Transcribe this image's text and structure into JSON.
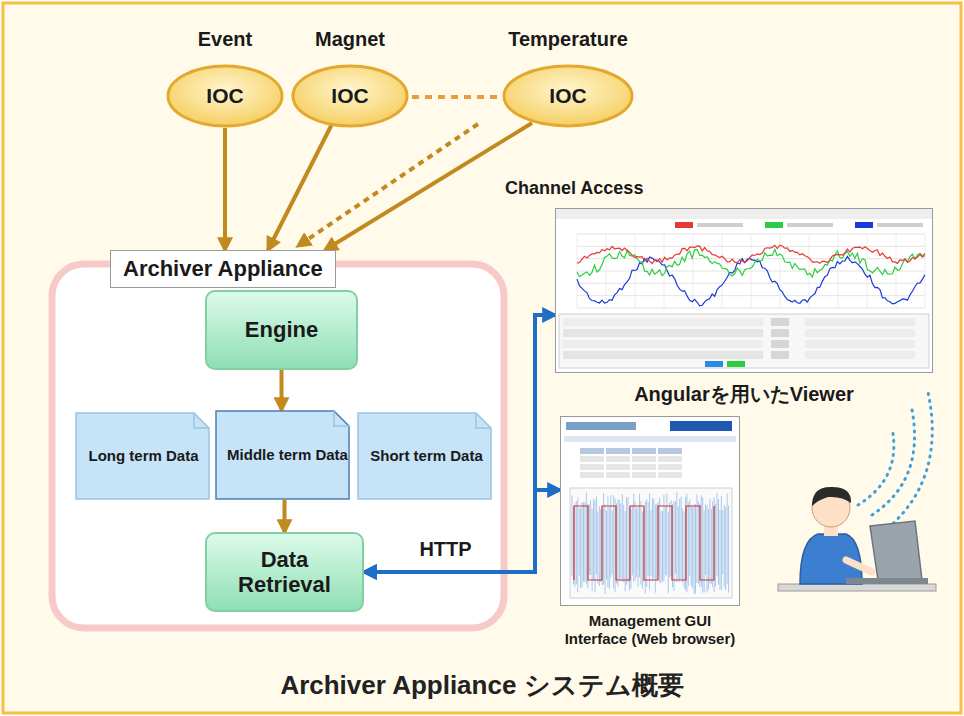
{
  "diagram": {
    "caption": "Archiver Appliance システム概要",
    "nodes": [
      {
        "text": [
          "Event",
          "IOC"
        ]
      },
      {
        "text": [
          "Magnet",
          "IOC"
        ]
      },
      {
        "text": [
          "Temperature",
          "IOC"
        ]
      },
      {
        "text": [
          "Archiver Appliance"
        ]
      },
      {
        "text": [
          "Engine"
        ],
        "in": 3
      },
      {
        "text": [
          "Long term Data"
        ],
        "in": 3
      },
      {
        "text": [
          "Middle term Data"
        ],
        "in": 3
      },
      {
        "text": [
          "Short term Data"
        ],
        "in": 3
      },
      {
        "text": [
          "Data Retrieval"
        ],
        "in": 3
      },
      {
        "text": [
          "Angularを用いたViewer"
        ]
      },
      {
        "text": [
          "Management GUI Interface (Web browser)"
        ]
      }
    ],
    "edges": [
      {
        "from": 0,
        "to": 3,
        "arrow": "to"
      },
      {
        "from": 1,
        "to": 3,
        "arrow": "to"
      },
      {
        "from": 2,
        "to": 3,
        "arrow": "to"
      },
      {
        "from": 4,
        "to": 6,
        "arrow": "to"
      },
      {
        "from": 6,
        "to": 8,
        "arrow": "to"
      },
      {
        "from": 8,
        "to": 9,
        "arrow": "both"
      },
      {
        "from": 8,
        "to": 10,
        "label": "HTTP",
        "arrow": "both"
      }
    ],
    "labels": [
      "Channel Access"
    ]
  }
}
